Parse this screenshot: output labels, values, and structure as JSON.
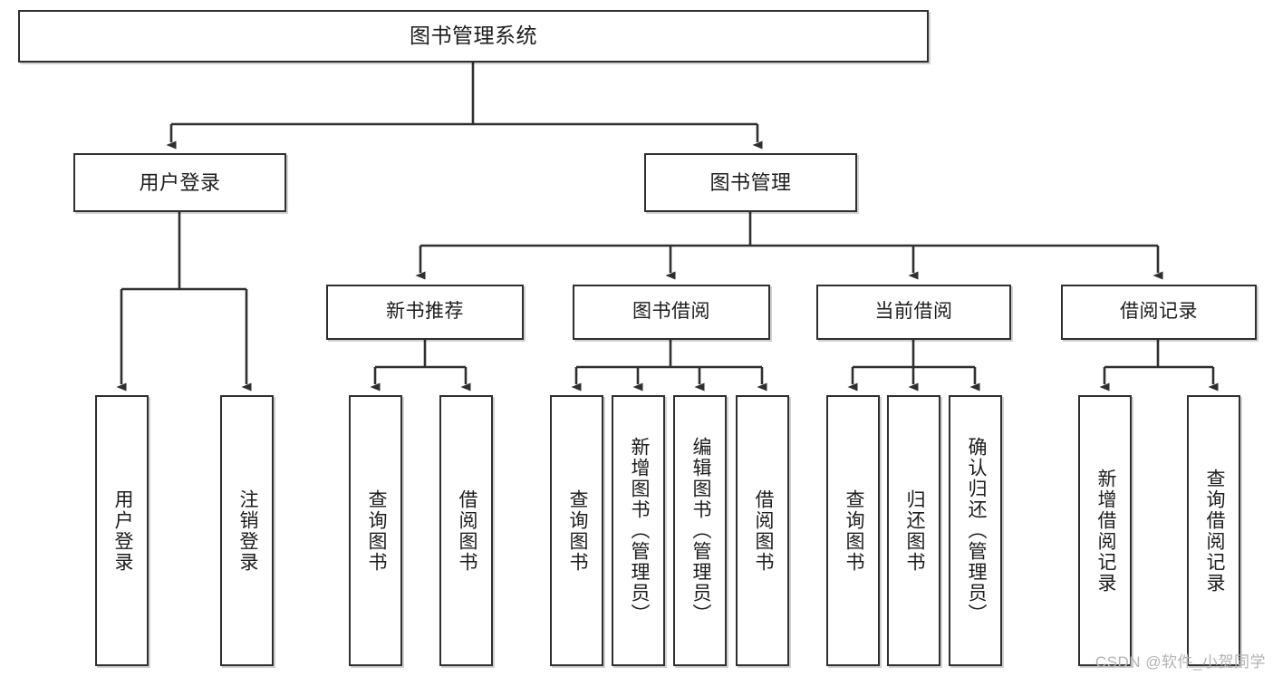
{
  "diagram": {
    "title": "图书管理系统",
    "watermark": "CSDN @软件_小贺同学",
    "style": {
      "border_color": "#2f2f2f",
      "fill_color": "#ffffff",
      "text_color": "#1c1c1c",
      "watermark_color": "#b3b3b3"
    },
    "root": {
      "label": "图书管理系统"
    },
    "level2": [
      {
        "label": "用户登录"
      },
      {
        "label": "图书管理"
      }
    ],
    "level3": [
      {
        "label": "新书推荐"
      },
      {
        "label": "图书借阅"
      },
      {
        "label": "当前借阅"
      },
      {
        "label": "借阅记录"
      }
    ],
    "leaves": {
      "user_login": [
        {
          "label": "用户登录"
        },
        {
          "label": "注销登录"
        }
      ],
      "new_book_recommend": [
        {
          "label": "查询图书"
        },
        {
          "label": "借阅图书"
        }
      ],
      "book_borrow": [
        {
          "label": "查询图书"
        },
        {
          "label": "新增图书（管理员）"
        },
        {
          "label": "编辑图书（管理员）"
        },
        {
          "label": "借阅图书"
        }
      ],
      "current_borrow": [
        {
          "label": "查询图书"
        },
        {
          "label": "归还图书"
        },
        {
          "label": "确认归还（管理员）"
        }
      ],
      "borrow_records": [
        {
          "label": "新增借阅记录"
        },
        {
          "label": "查询借阅记录"
        }
      ]
    }
  }
}
